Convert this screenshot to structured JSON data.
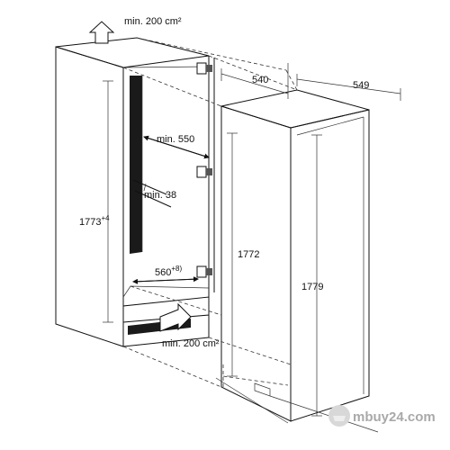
{
  "labels": {
    "vent_top": "min. 200 cm²",
    "vent_bottom": "min. 200 cm²",
    "depth_550": "min. 550",
    "gap_38": "min. 38",
    "width_560": "560",
    "width_560_sup": "+8)",
    "height_niche": "1773",
    "height_niche_sup": "+4",
    "depth_540": "540",
    "depth_549": "549",
    "height_1772": "1772",
    "height_1779": "1779"
  },
  "watermark": "mbuy24.com"
}
